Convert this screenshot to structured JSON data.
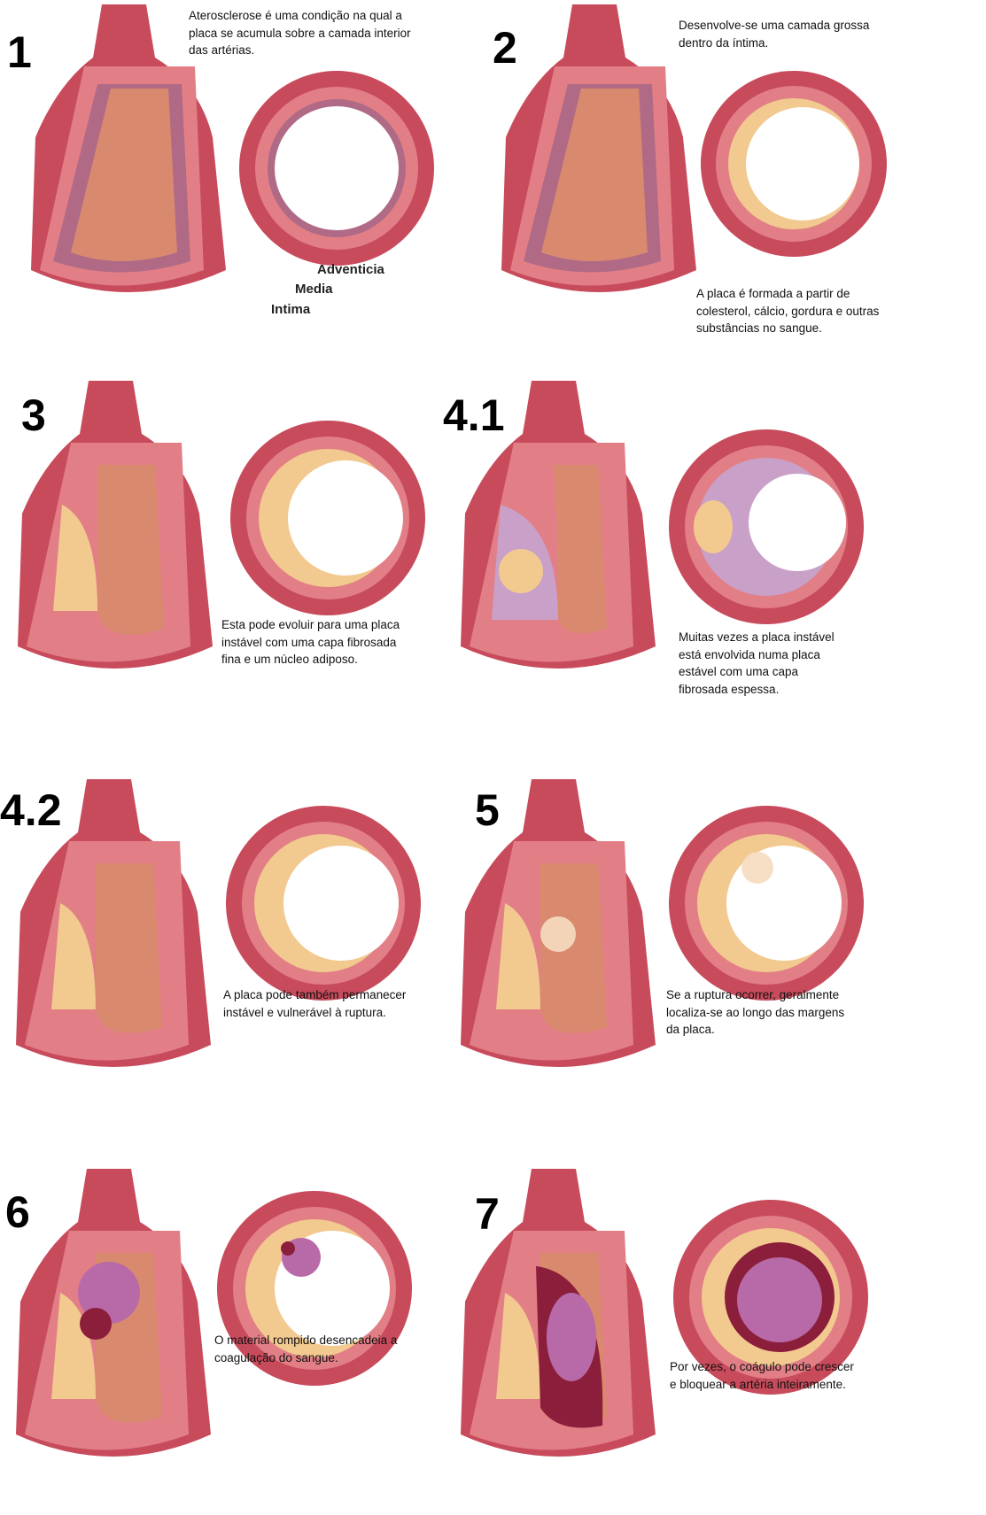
{
  "panels": [
    {
      "number": "1",
      "caption": "Aterosclerose é uma condição na qual a\nplaca se acumula sobre a camada interior\ndas artérias."
    },
    {
      "number": "2",
      "caption_top": "Desenvolve-se uma camada grossa\ndentro da íntima.",
      "caption": "A placa é formada a partir de\ncolesterol, cálcio, gordura e outras\nsubstâncias no sangue."
    },
    {
      "number": "3",
      "caption": "Esta pode evoluir para uma placa\ninstável com uma capa fibrosada\nfina e um núcleo adiposo."
    },
    {
      "number": "4.1",
      "caption": "Muitas vezes a placa instável\nestá envolvida numa placa\nestável com uma capa\nfibrosada espessa."
    },
    {
      "number": "4.2",
      "caption": "A placa pode também permanecer\ninstável e vulnerável à ruptura."
    },
    {
      "number": "5",
      "caption": "Se a ruptura ocorrer, geralmente\nlocaliza-se ao longo das margens\nda placa."
    },
    {
      "number": "6",
      "caption": "O material rompido desencadeia a\ncoagulação do sangue."
    },
    {
      "number": "7",
      "caption": "Por vezes, o coágulo pode crescer\ne bloquear a artéria inteiramente."
    }
  ],
  "layer_labels": {
    "adventicia": "Adventicia",
    "media": "Media",
    "intima": "Intima"
  },
  "colors": {
    "outer_wall": "#c84b5c",
    "wall_mid": "#e27f86",
    "intima_band": "#b06a86",
    "lumen_wall": "#d98a6e",
    "plaque": "#f2c98f",
    "calcium": "#9fb0c0",
    "clot": "#8b1e3a",
    "clot_light": "#b86aa8"
  }
}
